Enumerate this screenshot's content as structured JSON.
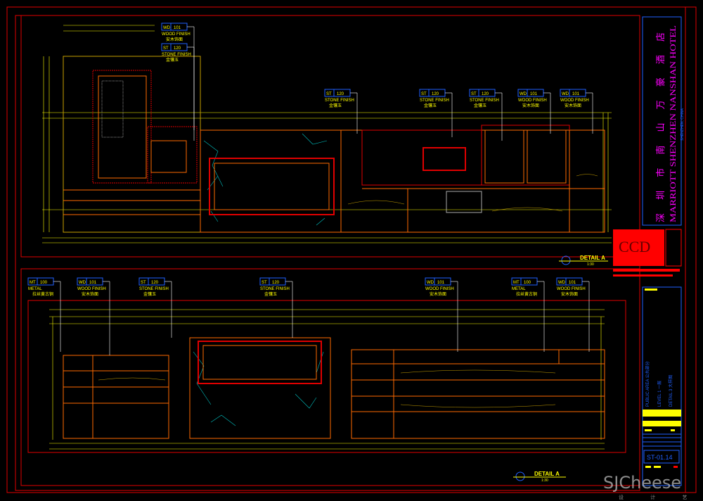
{
  "drawing": {
    "hotel_cn": "深圳市南山万豪酒店",
    "hotel_en": "MARRIOTT SHENZHEN NANSHAN HOTEL",
    "location": "SHENZHEN, CHINA",
    "logo": "CCD",
    "title_block": {
      "area": "PUBLIC AREA  公共部分",
      "level": "LEVEL 1  一层",
      "detail": "DETAIL 3  大样图",
      "sheet_no": "ST-01.14"
    },
    "views": [
      {
        "title": "DETAIL A",
        "scale": "1:30"
      },
      {
        "title": "DETAIL A",
        "scale": "1:30"
      }
    ],
    "watermark": {
      "brand": "SJCheese",
      "sub": "设 计 艺 士"
    },
    "top_callouts": [
      {
        "code": "WD",
        "num": "101",
        "en": "WOOD FINISH",
        "cn": "安木饰面"
      },
      {
        "code": "ST",
        "num": "120",
        "en": "STONE FINISH",
        "cn": "金镶玉"
      },
      {
        "code": "ST",
        "num": "120",
        "en": "STONE FINISH",
        "cn": "金镶玉"
      },
      {
        "code": "ST",
        "num": "120",
        "en": "STONE FINISH",
        "cn": "金镶玉"
      },
      {
        "code": "ST",
        "num": "120",
        "en": "STONE FINISH",
        "cn": "金镶玉"
      },
      {
        "code": "WD",
        "num": "101",
        "en": "WOOD FINISH",
        "cn": "安木饰面"
      },
      {
        "code": "WD",
        "num": "101",
        "en": "WOOD FINISH",
        "cn": "安木饰面"
      }
    ],
    "bottom_callouts": [
      {
        "code": "MT",
        "num": "100",
        "en": "METAL",
        "cn": "拉丝黄古铜"
      },
      {
        "code": "WD",
        "num": "101",
        "en": "WOOD FINISH",
        "cn": "安木饰面"
      },
      {
        "code": "ST",
        "num": "120",
        "en": "STONE FINISH",
        "cn": "金镶玉"
      },
      {
        "code": "ST",
        "num": "120",
        "en": "STONE FINISH",
        "cn": "金镶玉"
      },
      {
        "code": "WD",
        "num": "101",
        "en": "WOOD FINISH",
        "cn": "安木饰面"
      },
      {
        "code": "MT",
        "num": "100",
        "en": "METAL",
        "cn": "拉丝黄古铜"
      },
      {
        "code": "WD",
        "num": "101",
        "en": "WOOD FINISH",
        "cn": "安木饰面"
      }
    ],
    "colors": {
      "frame": "#e00000",
      "line": "#ff0",
      "wood": "#c8a000",
      "outline": "#ff6a00",
      "stone": "#00c0c0",
      "title": "#ff00ff",
      "blue": "#2060ff"
    }
  }
}
